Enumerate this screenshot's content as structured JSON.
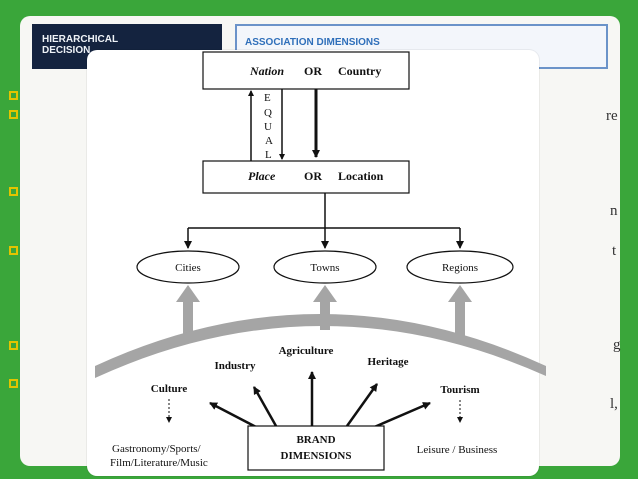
{
  "slide": {
    "header_left": "HIERARCHICAL\nDECISION",
    "header_right": "ASSOCIATION DIMENSIONS",
    "edge_fragments": [
      "re",
      "n",
      "t",
      "g",
      "l,"
    ]
  },
  "diagram": {
    "top_box": {
      "left": "Nation",
      "mid": "OR",
      "right": "Country"
    },
    "equal_label": [
      "E",
      "Q",
      "U",
      "A",
      "L"
    ],
    "place_box": {
      "left": "Place",
      "mid": "OR",
      "right": "Location"
    },
    "nodes": [
      "Cities",
      "Towns",
      "Regions"
    ],
    "dimensions": [
      "Culture",
      "Industry",
      "Agriculture",
      "Heritage",
      "Tourism"
    ],
    "brand_box": [
      "BRAND",
      "DIMENSIONS"
    ],
    "culture_detail": [
      "Gastronomy/Sports/",
      "Film/Literature/Music"
    ],
    "tourism_detail": "Leisure / Business"
  },
  "colors": {
    "background": "#3aa63a",
    "arc": "#a5a5a5",
    "bullet": "#e3c400",
    "header_dark": "#14233f",
    "header_accent": "#2f6fba"
  }
}
